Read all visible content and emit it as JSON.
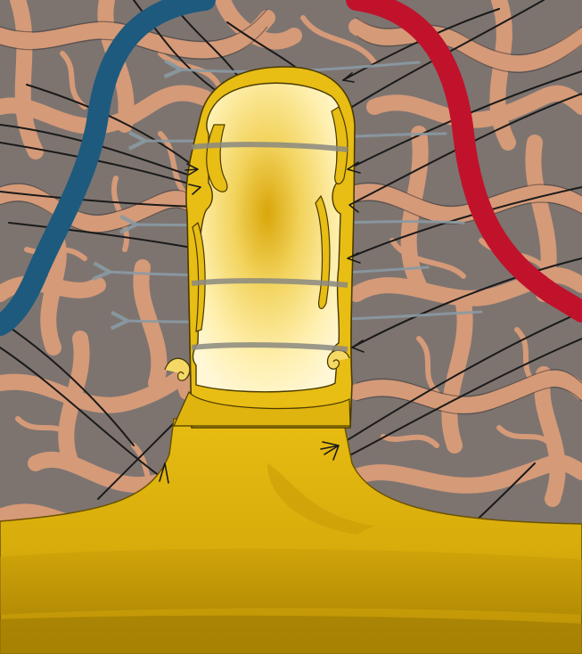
{
  "diagram": {
    "labels": [],
    "colors": {
      "background_tissue": "#7d7470",
      "cell_network": "#d59a78",
      "cell_outline": "#3d3330",
      "vein": "#1e5a7e",
      "artery": "#c1122b",
      "neuron_yellow": "#e8bd14",
      "neuron_dark": "#c59c07",
      "neuron_light": "#fff2b0",
      "nerve_fibers": "#1a1a1a",
      "flow_arrows": "#8a9aa3"
    },
    "components": [
      "background-tissue",
      "cell-network",
      "blood-vessel-vein",
      "blood-vessel-artery",
      "nerve-fibers",
      "flow-arrows",
      "yellow-structure"
    ]
  }
}
